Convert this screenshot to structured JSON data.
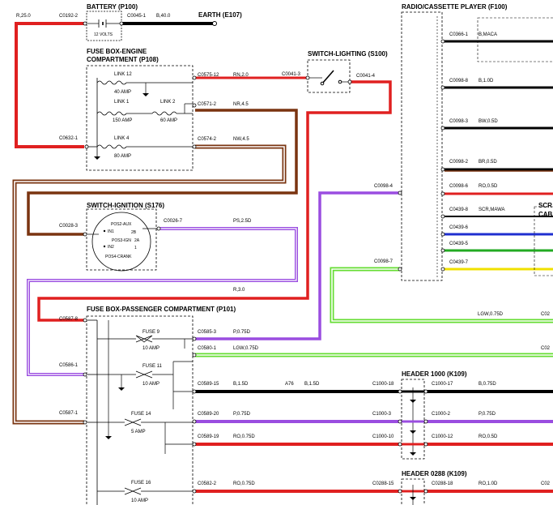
{
  "components": {
    "battery": "BATTERY (P100)",
    "battery_volts": "12 VOLTS",
    "earth": "EARTH (E107)",
    "fusebox_engine_l1": "FUSE BOX-ENGINE",
    "fusebox_engine_l2": "COMPARTMENT (P108)",
    "switch_lighting": "SWITCH-LIGHTING (S100)",
    "radio": "RADIO/CASSETTE PLAYER (F100)",
    "switch_ignition": "SWITCH-IGNITION (S176)",
    "fusebox_passenger": "FUSE BOX-PASSENGER COMPARTMENT (P101)",
    "header_1000": "HEADER 1000 (K109)",
    "header_0288": "HEADER 0288 (K109)",
    "scr_cut_1": "SCR",
    "scr_cut_2": "CAB"
  },
  "fuses_engine": [
    {
      "name": "LINK 12",
      "rating": "40 AMP"
    },
    {
      "name": "LINK 1",
      "rating": "150 AMP"
    },
    {
      "name": "LINK 2",
      "rating": "60 AMP"
    },
    {
      "name": "LINK 4",
      "rating": "80 AMP"
    }
  ],
  "fuses_passenger": [
    {
      "name": "FUSE 9",
      "rating": "10 AMP"
    },
    {
      "name": "FUSE 11",
      "rating": "10 AMP"
    },
    {
      "name": "FUSE 14",
      "rating": "5 AMP"
    },
    {
      "name": "FUSE 16",
      "rating": "10 AMP"
    }
  ],
  "ignition_positions": {
    "aux": "POS2-AUX",
    "in1": "IN1",
    "p2b": "2B",
    "ign": "POS3-IGN",
    "p2a": "2A",
    "in2": "IN2",
    "p1": "1",
    "crank": "POS4-CRANK"
  },
  "connectors": {
    "c0192_2": "C0192-2",
    "c0045_1": "C0045-1",
    "c0575_12": "C0575-12",
    "c0571_2": "C0571-2",
    "c0574_2": "C0574-2",
    "c0632_1": "C0632-1",
    "c0041_3": "C0041-3",
    "c0041_4": "C0041-4",
    "c0366_1": "C0366-1",
    "c0098_8": "C0098-8",
    "c0098_3": "C0098-3",
    "c0098_2": "C0098-2",
    "c0098_6": "C0098-6",
    "c0098_4": "C0098-4",
    "c0439_8": "C0439-8",
    "c0439_6": "C0439-6",
    "c0439_5": "C0439-5",
    "c0439_7": "C0439-7",
    "c0098_7": "C0098-7",
    "c0028_3": "C0028-3",
    "c0026_7": "C0026-7",
    "c0587_8": "C0587-8",
    "c0585_3": "C0585-3",
    "c0580_1": "C0580-1",
    "c0586_1": "C0586-1",
    "c0589_15": "C0589-15",
    "c1000_18": "C1000-18",
    "c1000_17": "C1000-17",
    "c0587_1": "C0587-1",
    "c0589_20": "C0589-20",
    "c1000_3": "C1000-3",
    "c1000_2": "C1000-2",
    "c0589_19": "C0589-19",
    "c1000_10": "C1000-10",
    "c1000_12": "C1000-12",
    "c0582_2": "C0582-2",
    "c0288_15": "C0288-15",
    "c0288_18": "C0288-18",
    "c02_a": "C02",
    "c02_b": "C02",
    "c02_c": "C02"
  },
  "wires": {
    "r25": "R,25.0",
    "b40": "B,40.0",
    "rn2": "RN,2.0",
    "nr45": "NR,4.5",
    "nw45": "NW,4.5",
    "macaw": "B,MACA",
    "b10d": "B,1.0D",
    "bw05d": "BW,0.5D",
    "br05d": "BR,0.5D",
    "ro05d_a": "RO,0.5D",
    "scrmawa": "SCR,MAWA",
    "ps25d": "PS,2.5D",
    "r30": "R,3.0",
    "lgw075d_a": "LGW,0.75D",
    "p075d_a": "P,0.75D",
    "lgw075d_b": "LGW,0.75D",
    "b15d_a": "B,1.5D",
    "a76": "A76",
    "b15d_b": "B,1.5D",
    "b075d": "B,0.75D",
    "p075d_b": "P,0.75D",
    "p075d_c": "P,0.75D",
    "ro075d": "RO,0.75D",
    "ro05d_b": "RO,0.5D",
    "ro075d_b": "RO,0.75D",
    "ro10d": "RO,1.0D"
  },
  "colors": {
    "red": "#e02020",
    "black": "#000000",
    "brown": "#7a3410",
    "violet": "#9a4de0",
    "green": "#66dd33",
    "blue": "#1f2fd0",
    "dkgreen": "#22aa22",
    "yellow": "#f0e000"
  }
}
